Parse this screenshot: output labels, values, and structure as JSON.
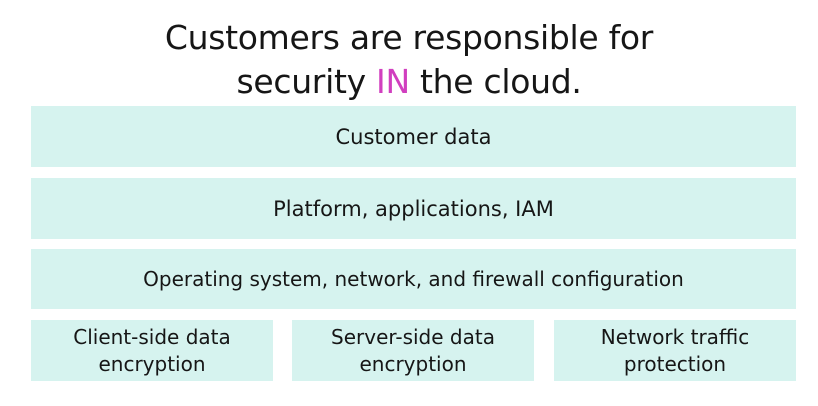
{
  "title": {
    "line1": "Customers are responsible for",
    "line2_before": "security ",
    "line2_highlight": "IN",
    "line2_after": " the cloud."
  },
  "layers": {
    "customer_data": "Customer data",
    "platform": "Platform, applications, IAM",
    "os_config": "Operating system, network, and firewall configuration"
  },
  "bottom": {
    "client_side_line1": "Client-side data",
    "client_side_line2": "encryption",
    "server_side_line1": "Server-side data",
    "server_side_line2": "encryption",
    "network_line1": "Network traffic",
    "network_line2": "protection"
  },
  "colors": {
    "box_fill": "#d6f3ef",
    "highlight": "#d13fbf",
    "text": "#161616"
  }
}
